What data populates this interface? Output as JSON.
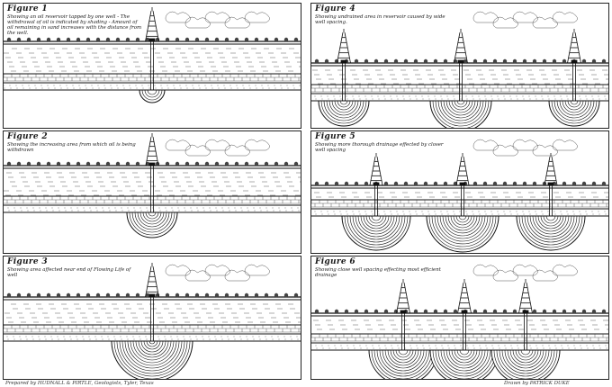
{
  "figures": [
    {
      "title": "Figure 1",
      "caption": "Showing an oil reservoir tapped by one well - The withdrawal of oil is indicated by shading - Amount of oil remaining in sand increases with the distance from the well."
    },
    {
      "title": "Figure 2",
      "caption": "Showing the increasing area from which oil is being withdrawn"
    },
    {
      "title": "Figure 3",
      "caption": "Showing area affected near end of Flowing Life of well"
    },
    {
      "title": "Figure 4",
      "caption": "Showing undrained area in reservoir caused by wide well spacing."
    },
    {
      "title": "Figure 5",
      "caption": "Showing more thorough drainage effected by closer well spacing"
    },
    {
      "title": "Figure 6",
      "caption": "Showing close well spacing effecting most efficient drainage"
    }
  ],
  "footer": {
    "left": "Prepared by HUDNALL & PIRTLE, Geologists, Tyler, Texas",
    "right": "Drawn by PATRICK DUKE"
  }
}
